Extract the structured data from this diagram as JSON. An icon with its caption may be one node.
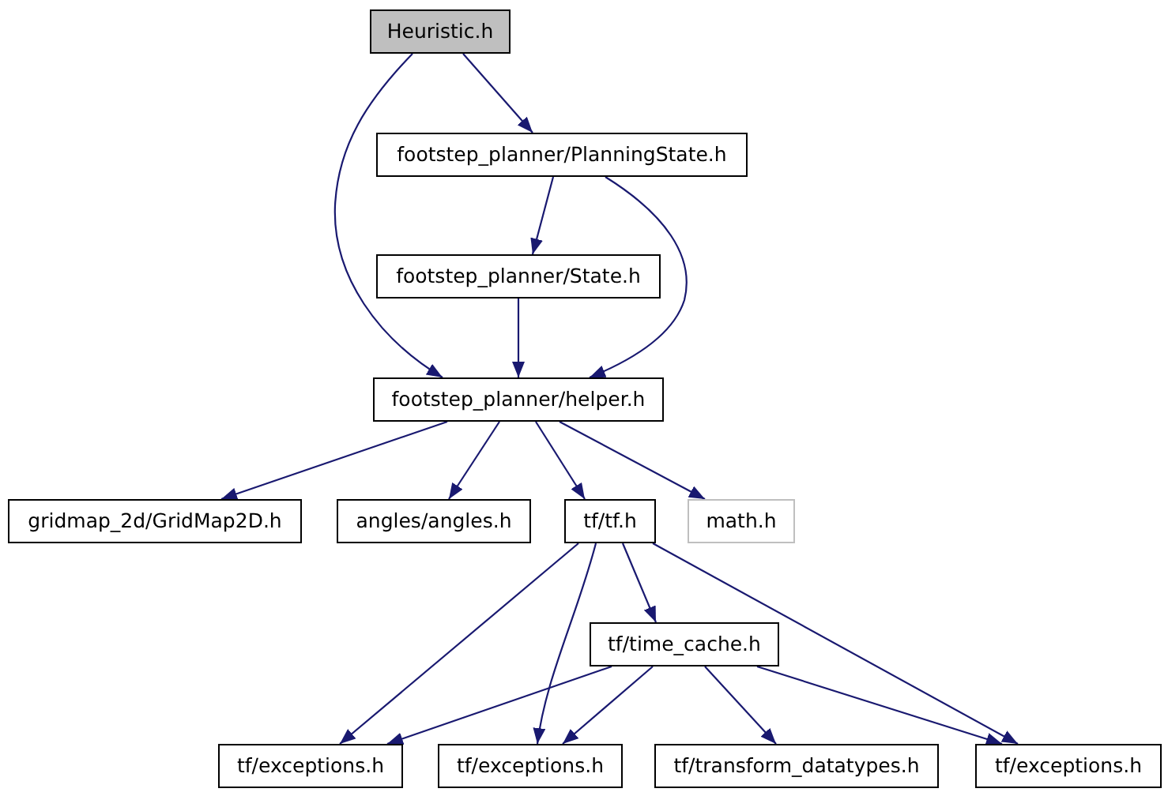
{
  "diagram": {
    "nodes": [
      {
        "text": [
          "Heuristic.h"
        ]
      },
      {
        "text": [
          "footstep_planner/PlanningState.h"
        ]
      },
      {
        "text": [
          "footstep_planner/State.h"
        ]
      },
      {
        "text": [
          "footstep_planner/helper.h"
        ]
      },
      {
        "text": [
          "gridmap_2d/GridMap2D.h"
        ]
      },
      {
        "text": [
          "angles/angles.h"
        ]
      },
      {
        "text": [
          "tf/tf.h"
        ]
      },
      {
        "text": [
          "math.h"
        ]
      },
      {
        "text": [
          "tf/time_cache.h"
        ]
      },
      {
        "text": [
          "tf/exceptions.h"
        ]
      },
      {
        "text": [
          "tf/exceptions.h"
        ]
      },
      {
        "text": [
          "tf/transform_datatypes.h"
        ]
      },
      {
        "text": [
          "tf/exceptions.h"
        ]
      }
    ],
    "edges": [
      {
        "from": 0,
        "to": 1,
        "arrow": "to"
      },
      {
        "from": 0,
        "to": 3,
        "arrow": "to"
      },
      {
        "from": 1,
        "to": 2,
        "arrow": "to"
      },
      {
        "from": 1,
        "to": 3,
        "arrow": "to"
      },
      {
        "from": 2,
        "to": 3,
        "arrow": "to"
      },
      {
        "from": 3,
        "to": 4,
        "arrow": "to"
      },
      {
        "from": 3,
        "to": 5,
        "arrow": "to"
      },
      {
        "from": 3,
        "to": 6,
        "arrow": "to"
      },
      {
        "from": 3,
        "to": 7,
        "arrow": "to"
      },
      {
        "from": 6,
        "to": 9,
        "arrow": "to"
      },
      {
        "from": 6,
        "to": 10,
        "arrow": "to"
      },
      {
        "from": 6,
        "to": 8,
        "arrow": "to"
      },
      {
        "from": 6,
        "to": 12,
        "arrow": "to"
      },
      {
        "from": 8,
        "to": 9,
        "arrow": "to"
      },
      {
        "from": 8,
        "to": 10,
        "arrow": "to"
      },
      {
        "from": 8,
        "to": 11,
        "arrow": "to"
      },
      {
        "from": 8,
        "to": 12,
        "arrow": "to"
      }
    ]
  }
}
